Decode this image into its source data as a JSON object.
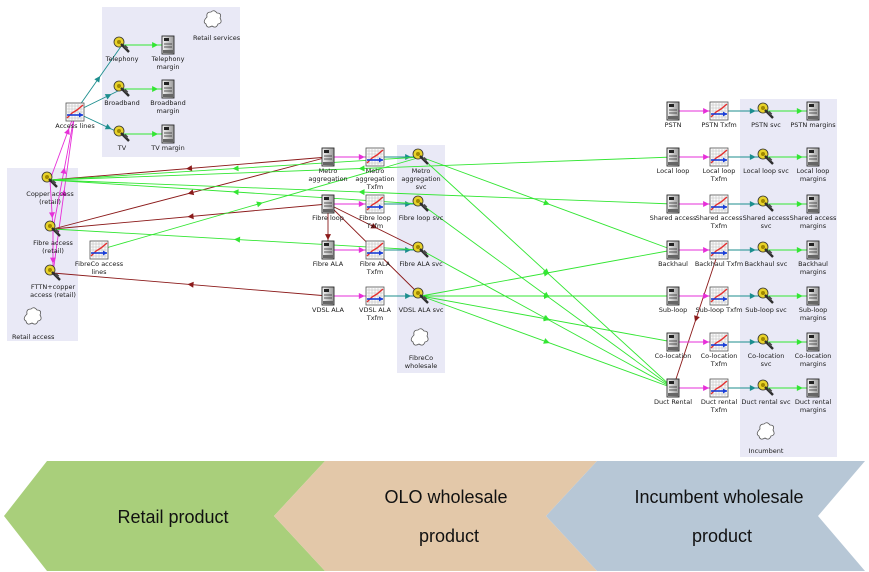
{
  "groups": {
    "retail_services": "Retail services",
    "retail_access": "Retail access",
    "fibreco": [
      "FibreCo",
      "wholesale"
    ],
    "incumbent": "Incumbent"
  },
  "nodes": {
    "telephony": [
      "Telephony"
    ],
    "telephony_margin": [
      "Telephony",
      "margin"
    ],
    "broadband": [
      "Broadband"
    ],
    "broadband_margin": [
      "Broadband",
      "margin"
    ],
    "tv": [
      "TV"
    ],
    "tv_margin": [
      "TV margin"
    ],
    "access_lines": [
      "Access lines"
    ],
    "copper_access": [
      "Copper access",
      "(retail)"
    ],
    "fibre_access": [
      "Fibre access",
      "(retail)"
    ],
    "fttn_copper": [
      "FTTN+copper",
      "access (retail)"
    ],
    "fibreco_access_lines": [
      "FibreCo access",
      "lines"
    ],
    "metro_agg": [
      "Metro",
      "aggregation"
    ],
    "metro_agg_txfm": [
      "Metro",
      "aggregation",
      "Txfm"
    ],
    "metro_agg_svc": [
      "Metro",
      "aggregation",
      "svc"
    ],
    "fibre_loop": [
      "Fibre loop"
    ],
    "fibre_loop_txfm": [
      "Fibre loop",
      "Txfm"
    ],
    "fibre_loop_svc": [
      "Fibre loop svc"
    ],
    "fibre_ala": [
      "Fibre ALA"
    ],
    "fibre_ala_txfm": [
      "Fibre ALA",
      "Txfm"
    ],
    "fibre_ala_svc": [
      "Fibre ALA svc"
    ],
    "vdsl_ala": [
      "VDSL ALA"
    ],
    "vdsl_ala_txfm": [
      "VDSL ALA",
      "Txfm"
    ],
    "vdsl_ala_svc": [
      "VDSL ALA svc"
    ],
    "pstn": [
      "PSTN"
    ],
    "pstn_txfm": [
      "PSTN Txfm"
    ],
    "pstn_svc": [
      "PSTN svc"
    ],
    "pstn_margins": [
      "PSTN margins"
    ],
    "local_loop": [
      "Local loop"
    ],
    "local_loop_txfm": [
      "Local loop",
      "Txfm"
    ],
    "local_loop_svc": [
      "Local loop svc"
    ],
    "local_loop_margins": [
      "Local loop",
      "margins"
    ],
    "shared_access": [
      "Shared access"
    ],
    "shared_access_txfm": [
      "Shared access",
      "Txfm"
    ],
    "shared_access_svc": [
      "Shared access",
      "svc"
    ],
    "shared_access_margins": [
      "Shared access",
      "margins"
    ],
    "backhaul": [
      "Backhaul"
    ],
    "backhaul_txfm": [
      "Backhaul Txfm"
    ],
    "backhaul_svc": [
      "Backhaul svc"
    ],
    "backhaul_margins": [
      "Backhaul",
      "margins"
    ],
    "sub_loop": [
      "Sub-loop"
    ],
    "sub_loop_txfm": [
      "Sub-loop Txfm"
    ],
    "sub_loop_svc": [
      "Sub-loop svc"
    ],
    "sub_loop_margins": [
      "Sub-loop",
      "margins"
    ],
    "co_location": [
      "Co-location"
    ],
    "co_location_txfm": [
      "Co-location",
      "Txfm"
    ],
    "co_location_svc": [
      "Co-location",
      "svc"
    ],
    "co_location_margins": [
      "Co-location",
      "margins"
    ],
    "duct_rental": [
      "Duct Rental"
    ],
    "duct_rental_txfm": [
      "Duct rental",
      "Txfm"
    ],
    "duct_rental_svc": [
      "Duct rental svc"
    ],
    "duct_rental_margins": [
      "Duct rental",
      "margins"
    ]
  },
  "bands": {
    "retail": [
      "Retail product"
    ],
    "olo": [
      "OLO wholesale",
      "product"
    ],
    "incumbent": [
      "Incumbent wholesale",
      "product"
    ]
  },
  "colors": {
    "band_retail": "#a9cf7b",
    "band_olo": "#e3c8a9",
    "band_incumbent": "#b7c7d6",
    "group_bg": "#e9e9f6",
    "edge_green": "#33e633",
    "edge_magenta": "#e62fd8",
    "edge_darkred": "#8b1a1a",
    "edge_teal": "#1c8e8e"
  }
}
